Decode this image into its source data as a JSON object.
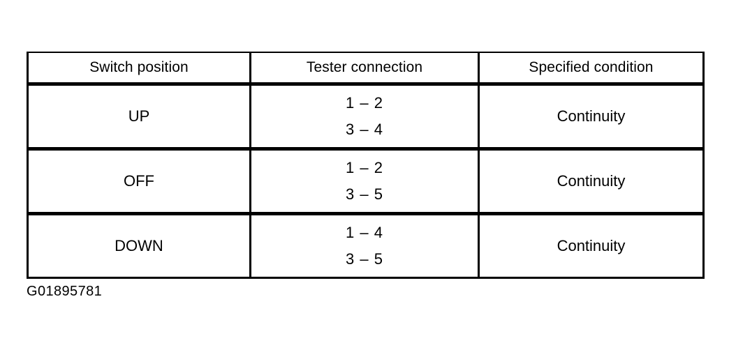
{
  "figure": {
    "caption": "G01895781"
  },
  "table": {
    "headers": [
      "Switch position",
      "Tester connection",
      "Specified condition"
    ],
    "rows": [
      {
        "switch_position": "UP",
        "tester_connection": [
          "1 – 2",
          "3 – 4"
        ],
        "specified_condition": "Continuity"
      },
      {
        "switch_position": "OFF",
        "tester_connection": [
          "1 – 2",
          "3 – 5"
        ],
        "specified_condition": "Continuity"
      },
      {
        "switch_position": "DOWN",
        "tester_connection": [
          "1 – 4",
          "3 – 5"
        ],
        "specified_condition": "Continuity"
      }
    ]
  },
  "colors": {
    "background": "#ffffff",
    "text": "#000000",
    "border": "#000000"
  }
}
